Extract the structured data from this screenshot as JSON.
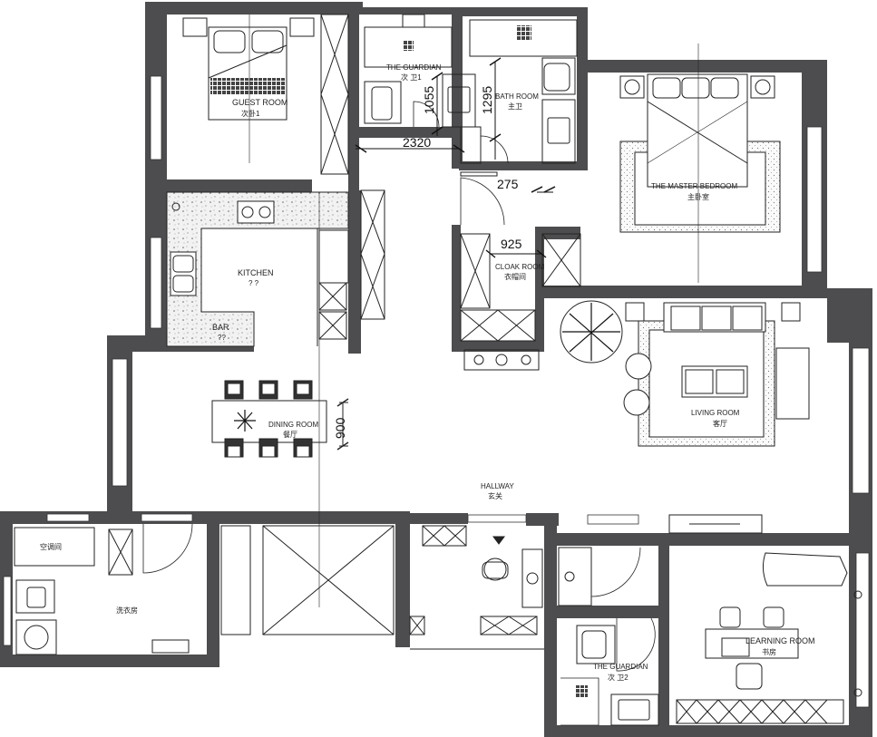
{
  "rooms": {
    "guest_room": {
      "name": "GUEST ROOM",
      "sub": "次卧1"
    },
    "guardian_1": {
      "name": "THE GUARDIAN",
      "sub": "次 卫1"
    },
    "bath_room": {
      "name": "BATH ROOM",
      "sub": "主卫"
    },
    "master_bedroom": {
      "name": "THE MASTER BEDROOM",
      "sub": "主卧室"
    },
    "kitchen": {
      "name": "KITCHEN",
      "sub": "? ?"
    },
    "bar": {
      "name": "BAR",
      "sub": "??"
    },
    "cloak_room": {
      "name": "CLOAK ROOM",
      "sub": "衣帽间"
    },
    "dining_room": {
      "name": "DINING ROOM",
      "sub": "餐厅"
    },
    "living_room": {
      "name": "LIVING ROOM",
      "sub": "客厅"
    },
    "hallway": {
      "name": "HALLWAY",
      "sub": "玄关"
    },
    "ac_room": {
      "name": "空调间"
    },
    "laundry": {
      "name": "洗衣房"
    },
    "guardian_2": {
      "name": "THE GUARDIAN",
      "sub": "次 卫2"
    },
    "learning_room": {
      "name": "LEARNING ROOM",
      "sub": "书房"
    }
  },
  "dimensions": {
    "d2320": "2320",
    "d1055": "1055",
    "d1295": "1295",
    "d275": "275",
    "d925": "925",
    "d900": "900"
  },
  "colors": {
    "wall": "#4d4d4f",
    "line": "#222222",
    "terrazzo": "#e9e9e9"
  }
}
